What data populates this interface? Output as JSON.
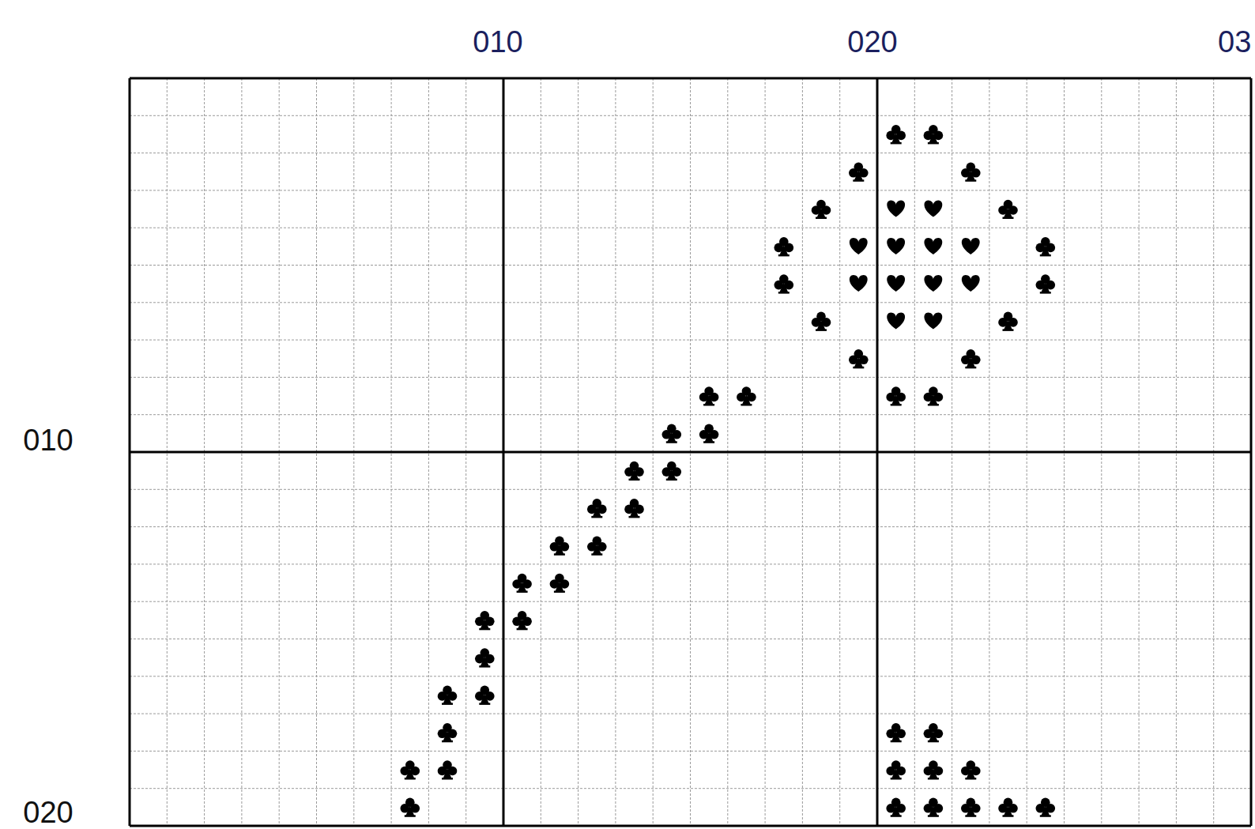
{
  "diagram": {
    "labels": [
      "010",
      "020",
      "03",
      "010",
      "020"
    ]
  }
}
